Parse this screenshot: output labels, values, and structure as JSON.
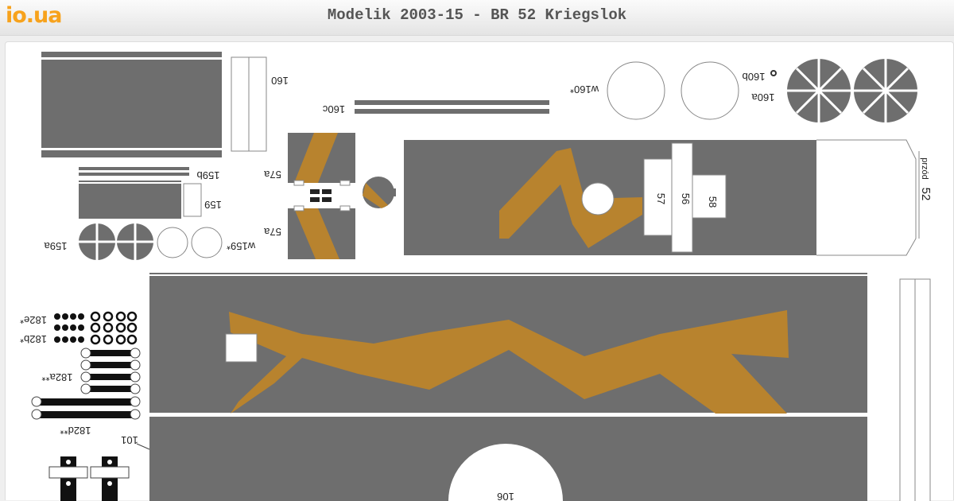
{
  "header": {
    "logo": "io.ua",
    "title": "Modelik 2003-15 - BR 52 Kriegslok"
  },
  "colors": {
    "panel_gray": "#6e6e6e",
    "ochre": "#b8832e",
    "logo_orange": "#f7a21c"
  },
  "sheet_labels": {
    "l160": "160",
    "l160c": "160c",
    "w160": "w160*",
    "l160b": "160b",
    "l160a": "160a",
    "l159b": "159b",
    "l159": "159",
    "l159a": "159a",
    "w159": "w159*",
    "l57a_top": "57a",
    "l57a_bottom": "57a",
    "l57": "57",
    "l56": "56",
    "l58": "58",
    "przod": "przód",
    "l52": "52",
    "l182e": "182e*",
    "l182b": "182b*",
    "l182a": "182a**",
    "l182d": "182d**",
    "l101": "101",
    "l106": "106"
  }
}
